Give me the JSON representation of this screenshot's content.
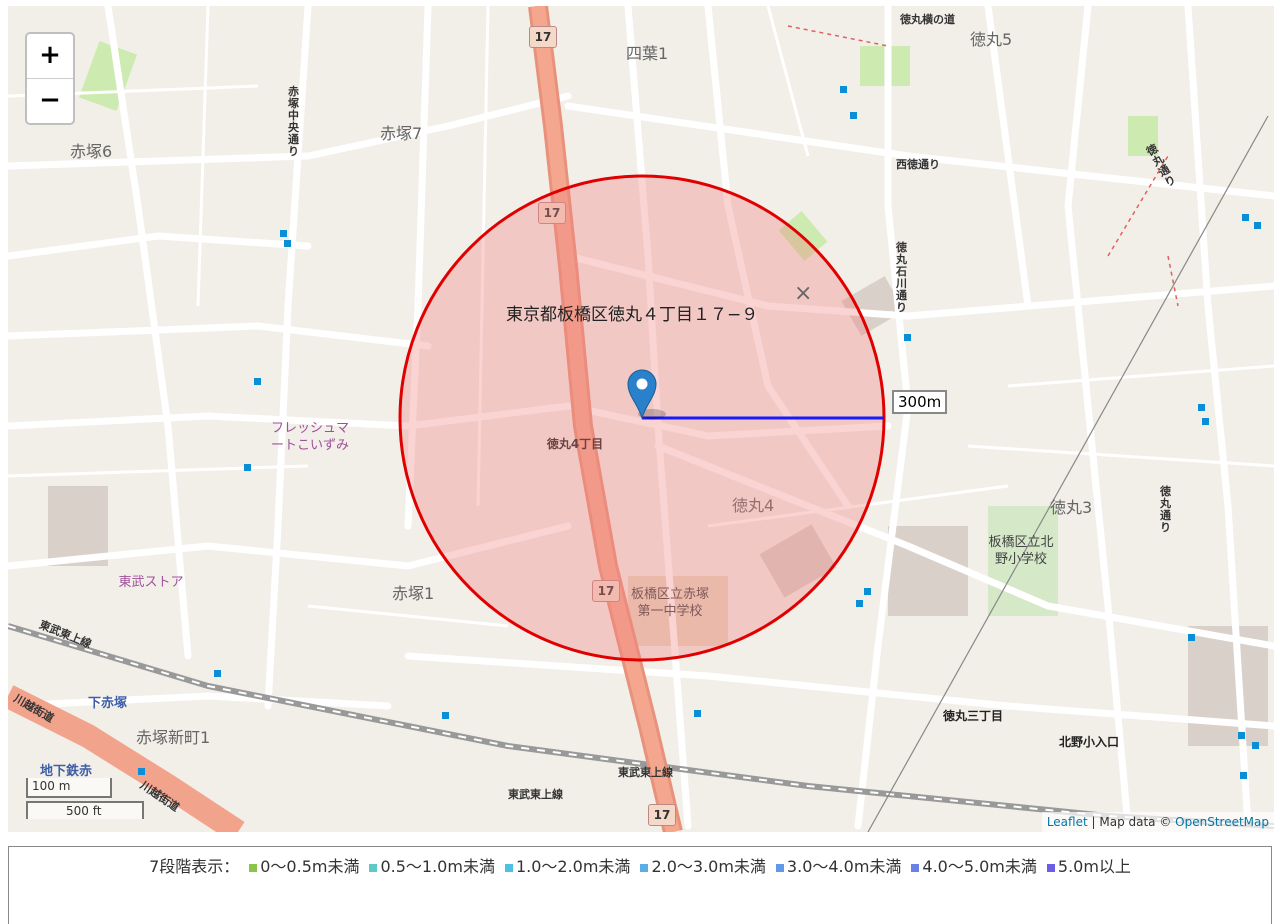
{
  "map": {
    "zoom_in_label": "+",
    "zoom_out_label": "−",
    "address_label": "東京都板橋区徳丸４丁目１７−９",
    "radius_label": "300m",
    "scale_metric": "100 m",
    "scale_imperial": "500 ft",
    "attribution_leaflet": "Leaflet",
    "attribution_sep": " | Map data © ",
    "attribution_osm": "OpenStreetMap",
    "circle_stroke": "#e00000",
    "circle_fill": "#f08080",
    "radius_line_color": "#1a1aff",
    "marker_color": "#2a81cb",
    "labels": {
      "yotsuba1": "四葉1",
      "tokumaru5": "徳丸5",
      "akatsuka7": "赤塚7",
      "akatsuka6": "赤塚6",
      "tokumaru4": "徳丸4",
      "tokumaru3": "徳丸3",
      "akatsuka1": "赤塚1",
      "akatsukashinmachi1": "赤塚新町1",
      "tokumaru_yokonomichi": "徳丸横の道",
      "nishitoku_dori": "西徳通り",
      "tokumaru_ishikawa": "徳丸石川通り",
      "akatsuka_chuo": "赤塚中央通り",
      "tobu_tojo_line_1": "東武東上線",
      "tobu_tojo_line_2": "東武東上線",
      "tobu_tojo_line_3": "東武東上線",
      "kawagoe_kaido_1": "川越街道",
      "kawagoe_kaido_2": "川越街道",
      "tokumaru_dori": "徳丸通り",
      "tokumaru_michi": "徳丸通り",
      "fresh_mart": "フレッシュマートこいずみ",
      "tobu_store": "東武ストア",
      "shimoakatsuka": "下赤塚",
      "chikatetsu_akatsuka": "地下鉄赤",
      "school_akatsuka": "板橋区立赤塚第一中学校",
      "school_kitano": "板橋区立北野小学校",
      "tokumaru4chome": "徳丸4丁目",
      "tokumaru3chome": "徳丸三丁目",
      "kitano_shoiriguchi": "北野小入口",
      "route_17": "17"
    }
  },
  "legend": {
    "prefix": "7段階表示：",
    "items": [
      {
        "label": "0〜0.5m未満",
        "color": "#8ac44a"
      },
      {
        "label": "0.5〜1.0m未満",
        "color": "#5fc9c5"
      },
      {
        "label": "1.0〜2.0m未満",
        "color": "#4ec0e4"
      },
      {
        "label": "2.0〜3.0m未満",
        "color": "#5aaee8"
      },
      {
        "label": "3.0〜4.0m未満",
        "color": "#5f9ae8"
      },
      {
        "label": "4.0〜5.0m未満",
        "color": "#6a82e8"
      },
      {
        "label": "5.0m以上",
        "color": "#6a5ee8"
      }
    ]
  }
}
